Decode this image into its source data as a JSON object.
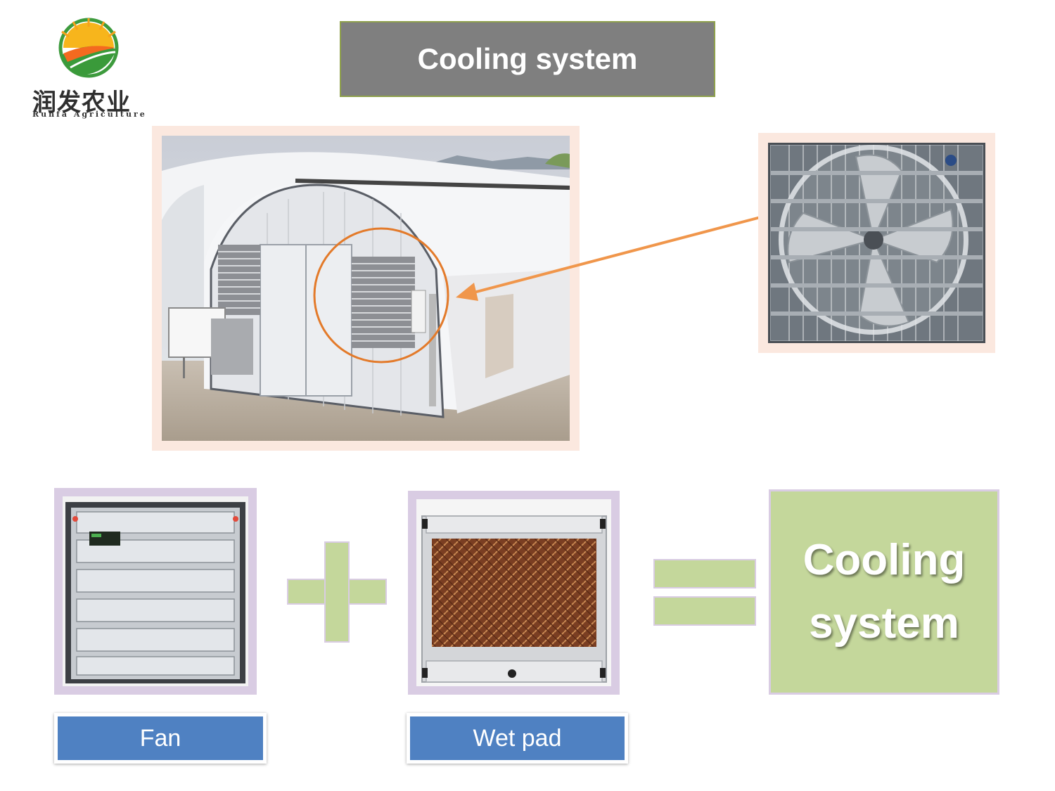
{
  "brand": {
    "name_cn": "润发农业",
    "name_en": "Runfa Agriculture"
  },
  "title": "Cooling system",
  "labels": {
    "fan": "Fan",
    "wet_pad": "Wet pad"
  },
  "result": {
    "line1": "Cooling",
    "line2": "system"
  },
  "colors": {
    "title_bg": "#7f7f7f",
    "title_border": "#8ea04c",
    "label_bg": "#4f81c2",
    "green": "#c4d79b",
    "arrow": "#f0964b",
    "frame_peach": "#fbe8df",
    "frame_violet": "#d9cce3"
  }
}
